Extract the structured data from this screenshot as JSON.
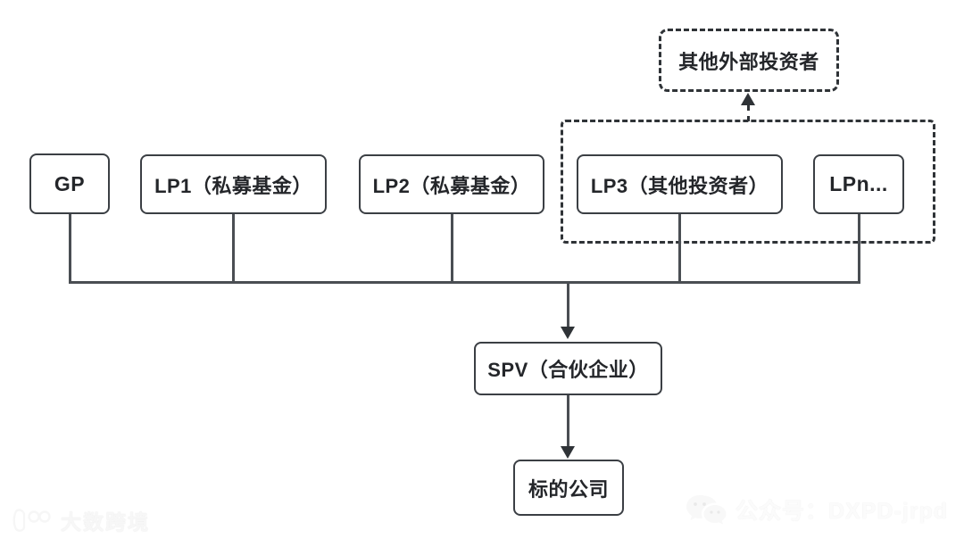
{
  "diagram": {
    "type": "org-structure-flow",
    "nodes": {
      "external_investors": {
        "label": "其他外部投资者",
        "style": "dashed-box"
      },
      "gp": {
        "label": "GP",
        "style": "solid-box"
      },
      "lp1": {
        "label": "LP1（私募基金）",
        "style": "solid-box"
      },
      "lp2": {
        "label": "LP2（私募基金）",
        "style": "solid-box"
      },
      "lp3": {
        "label": "LP3（其他投资者）",
        "style": "solid-box"
      },
      "lpn": {
        "label": "LPn...",
        "style": "solid-box"
      },
      "spv": {
        "label": "SPV（合伙企业）",
        "style": "solid-box"
      },
      "target": {
        "label": "标的公司",
        "style": "solid-box"
      }
    },
    "group": {
      "name": "other-investors-group",
      "members": [
        "LP3（其他投资者）",
        "LPn..."
      ],
      "style": "dashed-container"
    },
    "edges": [
      {
        "from": "GP",
        "to": "SPV（合伙企业）",
        "style": "solid"
      },
      {
        "from": "LP1（私募基金）",
        "to": "SPV（合伙企业）",
        "style": "solid"
      },
      {
        "from": "LP2（私募基金）",
        "to": "SPV（合伙企业）",
        "style": "solid"
      },
      {
        "from": "LP3（其他投资者）",
        "to": "SPV（合伙企业）",
        "style": "solid"
      },
      {
        "from": "LPn...",
        "to": "SPV（合伙企业）",
        "style": "solid"
      },
      {
        "from": "SPV（合伙企业）",
        "to": "标的公司",
        "style": "solid-arrow"
      },
      {
        "from": "other-investors-group",
        "to": "其他外部投资者",
        "style": "dashed-arrow"
      }
    ],
    "colors": {
      "node_border": "#3b3f44",
      "dashed_border": "#2f3337",
      "connector": "#4a4e53",
      "text": "#24262a",
      "background": "#ffffff"
    }
  },
  "watermarks": {
    "left": {
      "text": "大数跨境",
      "icon": "brand-logo-icon"
    },
    "right": {
      "text": "公众号：DXPD-jrpd",
      "icon": "wechat-icon"
    }
  }
}
